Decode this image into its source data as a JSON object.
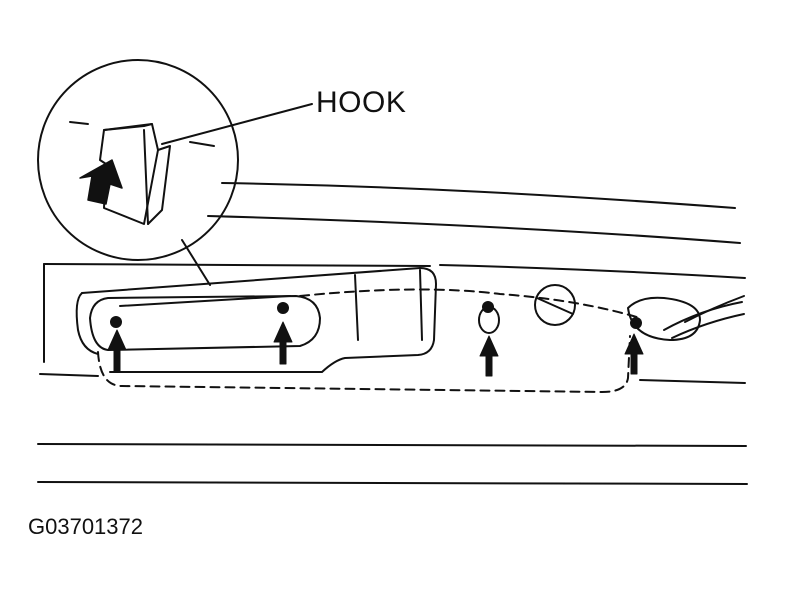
{
  "diagram": {
    "callout_label": "HOOK",
    "figure_id": "G03701372",
    "arrow_count": 4,
    "detail_view": "hook-magnified",
    "colors": {
      "line": "#111111",
      "background": "#ffffff"
    }
  }
}
